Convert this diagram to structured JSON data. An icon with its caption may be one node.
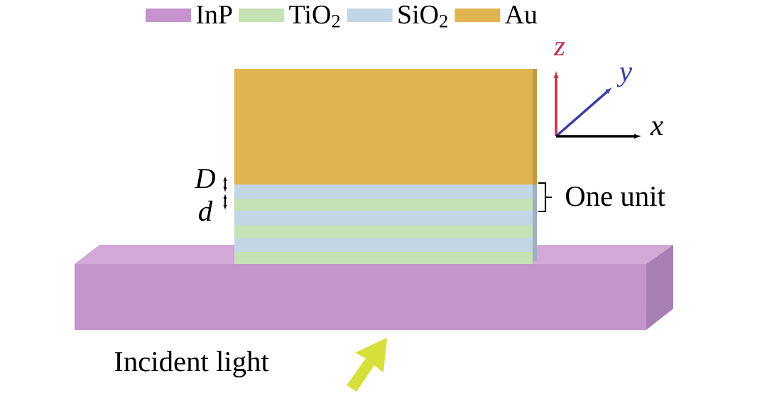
{
  "diagram": {
    "labels": [
      "z",
      "y",
      "x",
      "D",
      "One unit",
      "d",
      "Incident light"
    ],
    "legend": [
      {
        "text": "InP",
        "color": "#c594cc"
      },
      {
        "text": "TiO$_{2}$",
        "color": "#c6e2b5"
      },
      {
        "text": "SiO$_{2}$",
        "color": "#c2d6e6"
      },
      {
        "text": "Au",
        "color": "#e0b451"
      }
    ]
  }
}
